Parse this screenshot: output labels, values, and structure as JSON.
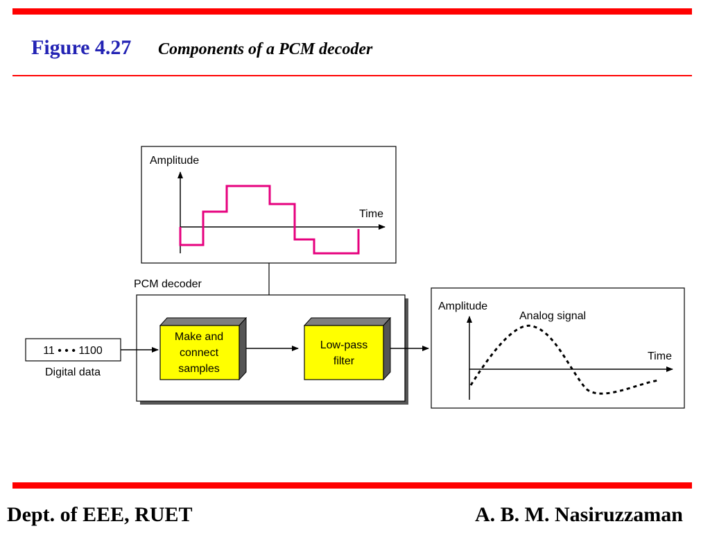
{
  "header": {
    "figure_label": "Figure 4.27",
    "caption": "Components of a PCM decoder"
  },
  "diagram": {
    "input_bits": "11 • • • 1100",
    "input_caption": "Digital data",
    "decoder_label": "PCM decoder",
    "block1_lines": [
      "Make and",
      "connect",
      "samples"
    ],
    "block2_lines": [
      "Low-pass",
      "filter"
    ],
    "staircase_plot": {
      "y_label": "Amplitude",
      "x_label": "Time"
    },
    "analog_plot": {
      "y_label": "Amplitude",
      "x_label": "Time",
      "curve_label": "Analog signal"
    }
  },
  "colors": {
    "accent_red": "#ff0000",
    "title_blue": "#2323b4",
    "block_yellow": "#ffff00",
    "staircase_magenta": "#e6007e"
  },
  "footer": {
    "left": "Dept. of EEE, RUET",
    "right": "A. B. M. Nasiruzzaman"
  }
}
